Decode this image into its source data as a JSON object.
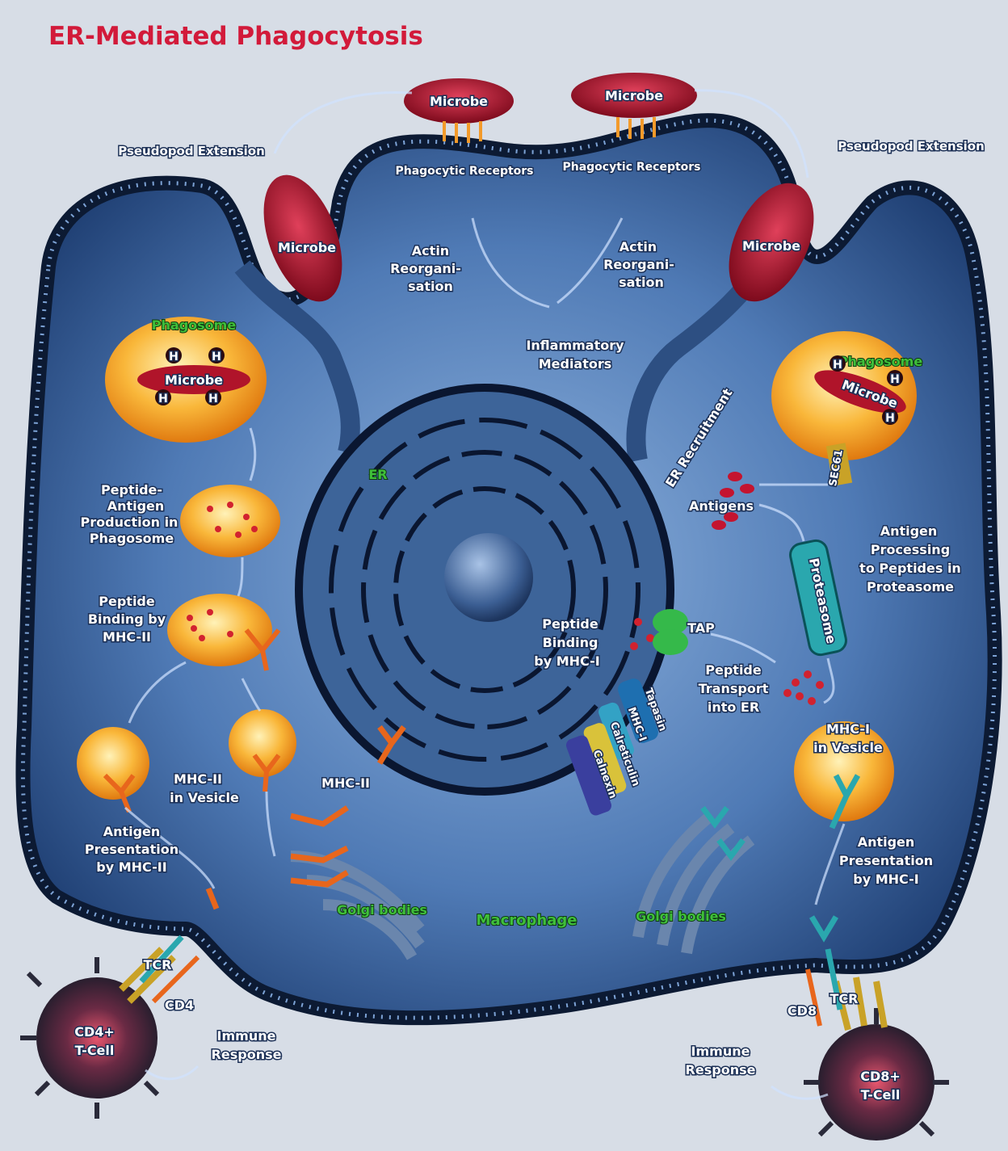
{
  "title": "ER-Mediated Phagocytosis",
  "labels": {
    "microbe": "Microbe",
    "pseudopod_extension": "Pseudopod Extension",
    "phagocytic_receptors": "Phagocytic Receptors",
    "actin_reorganisation_1": "Actin",
    "actin_reorganisation_2": "Reorgani-",
    "actin_reorganisation_3": "sation",
    "inflammatory_mediators_1": "Inflammatory",
    "inflammatory_mediators_2": "Mediators",
    "phagosome": "Phagosome",
    "h": "H",
    "peptide_antigen_1": "Peptide-",
    "peptide_antigen_2": "Antigen",
    "peptide_antigen_3": "Production in",
    "peptide_antigen_4": "Phagosome",
    "peptide_binding_mhc2_1": "Peptide",
    "peptide_binding_mhc2_2": "Binding by",
    "peptide_binding_mhc2_3": "MHC-II",
    "mhc2_in_vesicle_1": "MHC-II",
    "mhc2_in_vesicle_2": "in Vesicle",
    "mhc2": "MHC-II",
    "antigen_pres_mhc2_1": "Antigen",
    "antigen_pres_mhc2_2": "Presentation",
    "antigen_pres_mhc2_3": "by MHC-II",
    "tcr": "TCR",
    "cd4": "CD4",
    "cd4_tcell_1": "CD4+",
    "cd4_tcell_2": "T-Cell",
    "immune_response_1": "Immune",
    "immune_response_2": "Response",
    "er": "ER",
    "er_recruitment": "ER Recruitment",
    "sec61": "SEC61",
    "antigens": "Antigens",
    "antigen_processing_1": "Antigen",
    "antigen_processing_2": "Processing",
    "antigen_processing_3": "to Peptides in",
    "antigen_processing_4": "Proteasome",
    "proteasome": "Proteasome",
    "tap": "TAP",
    "peptide_binding_mhc1_1": "Peptide",
    "peptide_binding_mhc1_2": "Binding",
    "peptide_binding_mhc1_3": "by MHC-I",
    "peptide_transport_1": "Peptide",
    "peptide_transport_2": "Transport",
    "peptide_transport_3": "into ER",
    "tapasin": "Tapasin",
    "mhc1": "MHC-I",
    "calreticulin": "Calreticulin",
    "calnexin": "Calnexin",
    "mhc1_in_vesicle_1": "MHC-I",
    "mhc1_in_vesicle_2": "in Vesicle",
    "antigen_pres_mhc1_1": "Antigen",
    "antigen_pres_mhc1_2": "Presentation",
    "antigen_pres_mhc1_3": "by MHC-I",
    "golgi_bodies": "Golgi bodies",
    "macrophage": "Macrophage",
    "cd8": "CD8",
    "cd8_tcell_1": "CD8+",
    "cd8_tcell_2": "T-Cell"
  },
  "colors": {
    "background": "#d7dde6",
    "cell_body": "#4f7ab5",
    "membrane": "#0c1a33",
    "microbe": "#a3122a",
    "phagosome": "#f7a62a",
    "title": "#d21a3a",
    "label_green": "#3fbf3a"
  }
}
